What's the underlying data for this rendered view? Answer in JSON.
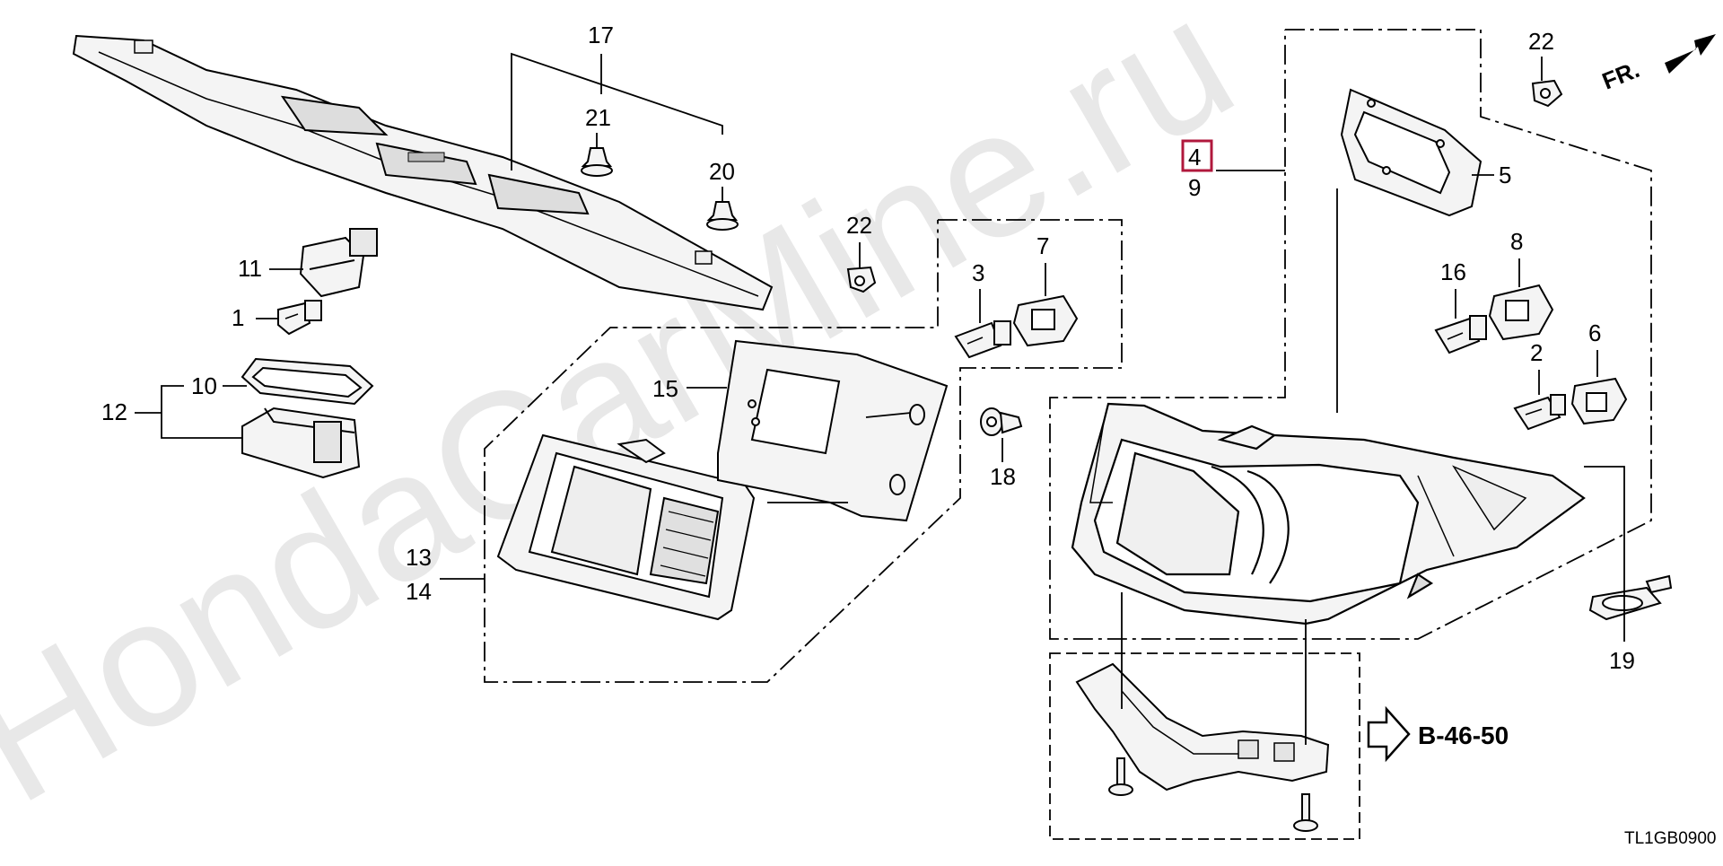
{
  "watermark": "HondaCarMine.ru",
  "direction": "FR.",
  "reference": "B-46-50",
  "diagram_code": "TL1GB0900",
  "labels": {
    "n1": "1",
    "n2": "2",
    "n3": "3",
    "n4": "4",
    "n5": "5",
    "n6": "6",
    "n7": "7",
    "n8": "8",
    "n9": "9",
    "n10": "10",
    "n11": "11",
    "n12": "12",
    "n13": "13",
    "n14": "14",
    "n15": "15",
    "n16": "16",
    "n17": "17",
    "n18": "18",
    "n19": "19",
    "n20": "20",
    "n21": "21",
    "n22a": "22",
    "n22b": "22"
  },
  "highlight": {
    "part": "4",
    "color": "#b0183c"
  }
}
